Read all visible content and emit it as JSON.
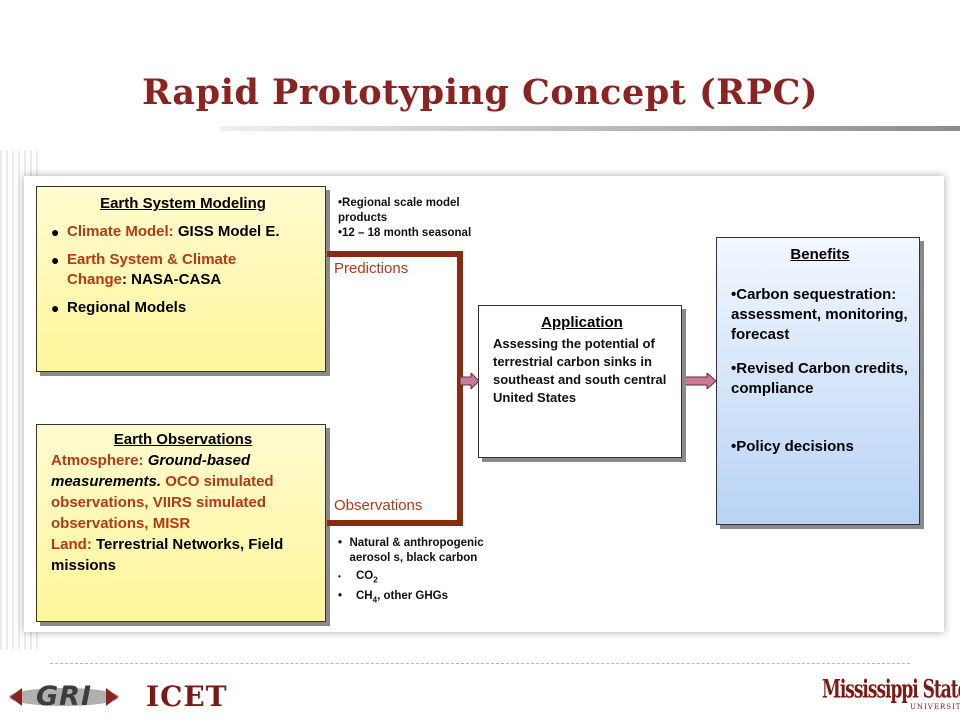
{
  "slide": {
    "title": "Rapid Prototyping Concept (RPC)"
  },
  "modeling": {
    "title": "Earth System Modeling",
    "items": [
      {
        "part1": "Climate Model: ",
        "part2": "GISS Model E."
      },
      {
        "part1": "Earth System & Climate Change",
        "part2": ": NASA-CASA"
      },
      {
        "part1": "",
        "part2": "Regional Models"
      }
    ]
  },
  "observations": {
    "title": "Earth Observations",
    "line1_a": "Atmosphere: ",
    "line1_b": "Ground-based measurements.",
    "line1_c": "  OCO simulated observations, VIIRS simulated observations, MISR",
    "line2_a": "Land: ",
    "line2_b": "Terrestrial Networks, Field missions"
  },
  "predictions_notes": {
    "n1": "Regional scale model products",
    "n2": "12 – 18 month seasonal"
  },
  "observation_notes": {
    "n1": "Natural & anthropogenic aerosol  s, black carbon",
    "n2_base": "CO",
    "n2_sub": "2",
    "n3_base": "CH",
    "n3_sub": "4",
    "n3_rest": ", other GHGs"
  },
  "flow": {
    "predictions": "Predictions",
    "observations": "Observations"
  },
  "application": {
    "title": "Application",
    "body": "Assessing the potential of terrestrial carbon sinks in southeast and south central United States"
  },
  "benefits": {
    "title": "Benefits",
    "items": [
      "•Carbon sequestration: assessment, monitoring, forecast",
      "•Revised Carbon credits, compliance",
      "•Policy decisions"
    ]
  },
  "logos": {
    "gri": "GRI",
    "icet": "ICET",
    "msu_main": "Mississippi State",
    "msu_sub": "UNIVERSITY"
  },
  "colors": {
    "title": "#8b2320",
    "flow_line": "#8a2a10",
    "accent_text": "#b23a16",
    "yellow_box": "#fff59a",
    "blue_box": "#b8d3f5"
  }
}
